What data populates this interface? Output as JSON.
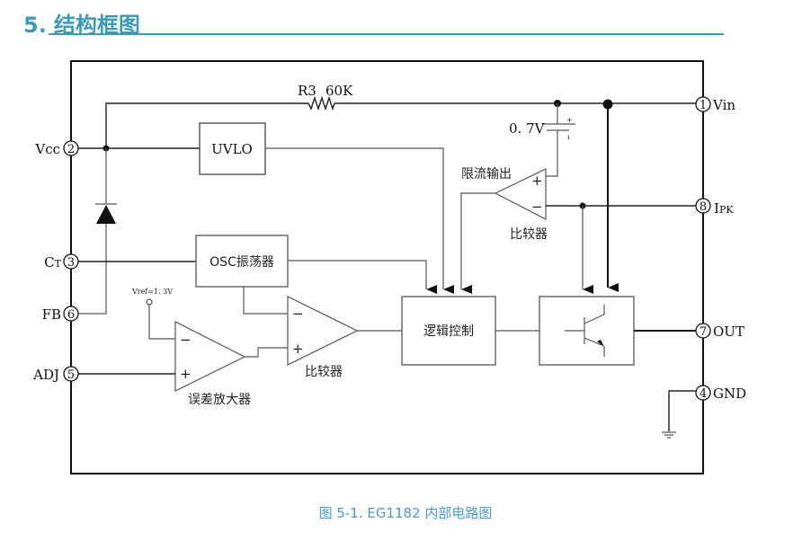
{
  "section": {
    "number": "5.",
    "title": "结构框图"
  },
  "caption": "图 5-1. EG1182 内部电路图",
  "pins": [
    {
      "number": "1",
      "name": "Vin"
    },
    {
      "number": "8",
      "name": "I",
      "subscript": "PK"
    },
    {
      "number": "7",
      "name": "OUT"
    },
    {
      "number": "4",
      "name": "GND"
    },
    {
      "number": "2",
      "name": "Vcc"
    },
    {
      "number": "3",
      "name": "C",
      "subscript": "T"
    },
    {
      "number": "6",
      "name": "FB"
    },
    {
      "number": "5",
      "name": "ADJ"
    }
  ],
  "blocks": {
    "uvlo": "UVLO",
    "osc": "OSC振荡器",
    "logic": "逻辑控制"
  },
  "components": {
    "resistor": {
      "ref": "R3",
      "value": "60K"
    },
    "voltage_source": "0. 7V",
    "vref": "Vref=1. 3V",
    "current_limit_label": "限流输出",
    "comparator_top": "比较器",
    "comparator_mid": "比较器",
    "error_amp": "误差放大器"
  },
  "symbols": {
    "plus": "+",
    "minus": "−",
    "src_plus": "+",
    "src_minus": "ı"
  }
}
